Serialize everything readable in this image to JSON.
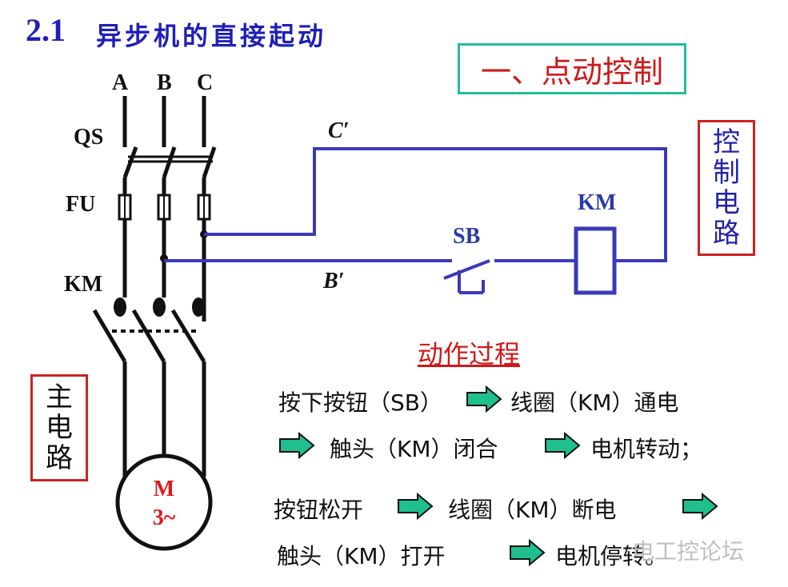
{
  "header": {
    "number": "2.1",
    "title": "异步机的直接起动"
  },
  "badge": {
    "label": "一、点动控制"
  },
  "phases": {
    "a": "A",
    "b": "B",
    "c": "C"
  },
  "components": {
    "qs": "QS",
    "fu": "FU",
    "km_main": "KM",
    "sb": "SB",
    "km_coil": "KM",
    "c_prime": "C′",
    "b_prime": "B′"
  },
  "motor": {
    "line1": "M",
    "line2": "3~"
  },
  "control_label": [
    "控",
    "制",
    "电",
    "路"
  ],
  "main_label": [
    "主",
    "电",
    "路"
  ],
  "process": {
    "title": "动作过程",
    "r1a": "按下按钮（SB）",
    "r1b": "线圈（KM）通电",
    "r2a": "触头（KM）闭合",
    "r2b": "电机转动；",
    "r3a": "按钮松开",
    "r3b": "线圈（KM）断电",
    "r4a": "触头（KM）打开",
    "r4b": "电机停转。"
  },
  "watermark": "电工控论坛",
  "colors": {
    "blue": "#1f1fb8",
    "wire_blue": "#3a3ab8",
    "red": "#d01818",
    "teal": "#1fbf9a",
    "arrow": "#1fbf8f"
  }
}
